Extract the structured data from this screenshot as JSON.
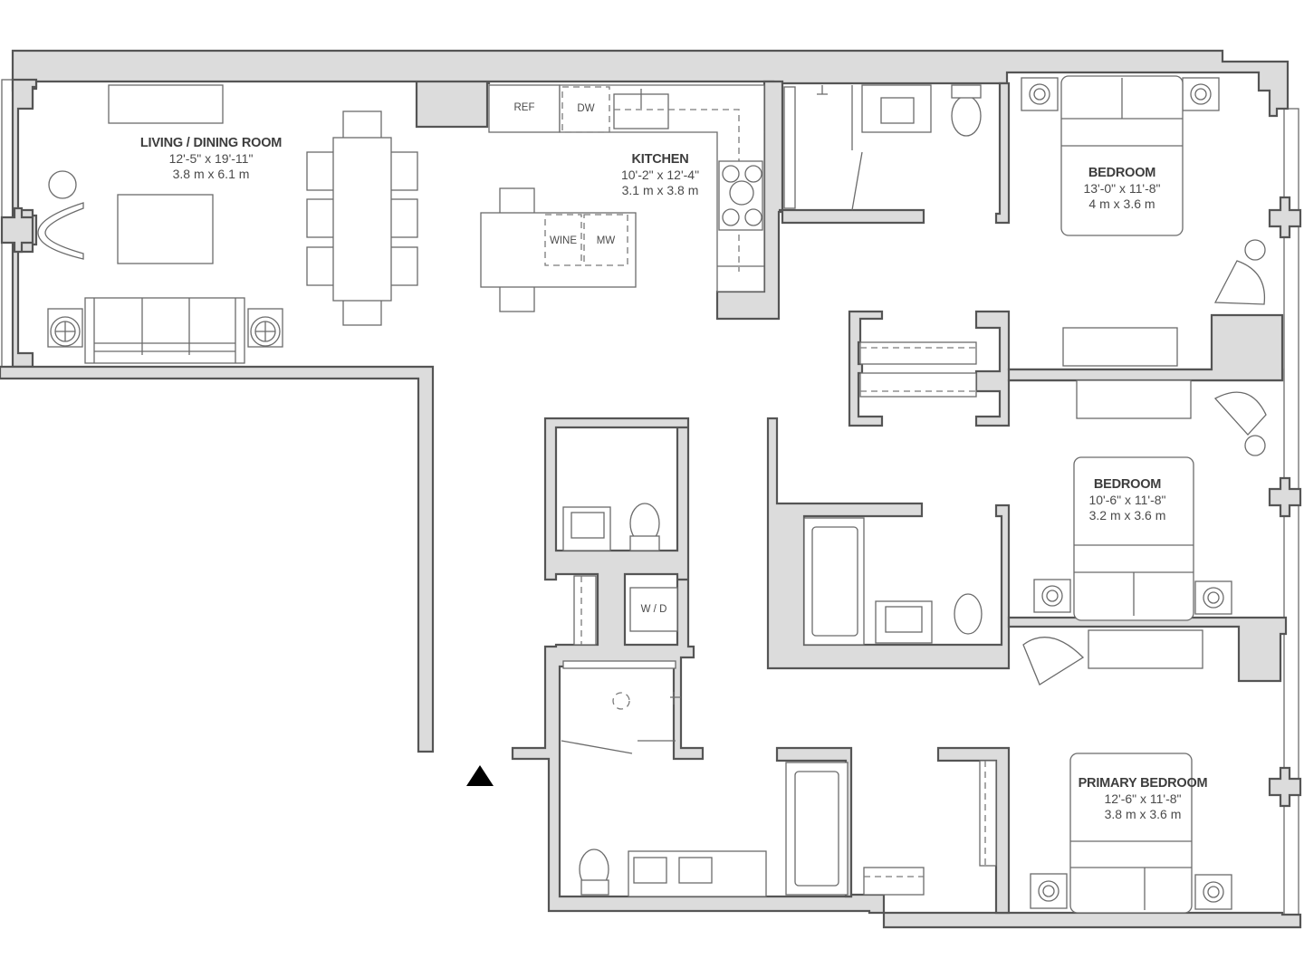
{
  "floor_plan": {
    "rooms": [
      {
        "id": "living",
        "name": "LIVING / DINING ROOM",
        "dim_imperial": "12'-5\" x 19'-11\"",
        "dim_metric": "3.8 m x 6.1 m"
      },
      {
        "id": "kitchen",
        "name": "KITCHEN",
        "dim_imperial": "10'-2\" x 12'-4\"",
        "dim_metric": "3.1 m x 3.8 m"
      },
      {
        "id": "bedroom1",
        "name": "BEDROOM",
        "dim_imperial": "13'-0\" x 11'-8\"",
        "dim_metric": "4 m x 3.6 m"
      },
      {
        "id": "bedroom2",
        "name": "BEDROOM",
        "dim_imperial": "10'-6\" x 11'-8\"",
        "dim_metric": "3.2 m x 3.6 m"
      },
      {
        "id": "primary",
        "name": "PRIMARY BEDROOM",
        "dim_imperial": "12'-6\" x 11'-8\"",
        "dim_metric": "3.8 m x 3.6 m"
      }
    ],
    "appliance_tags": {
      "refrigerator": "REF",
      "dishwasher": "DW",
      "wine": "WINE",
      "microwave": "MW",
      "washer_dryer": "W / D"
    },
    "entry_marker": "entry-arrow",
    "colors": {
      "wall_fill": "#dcdcdc",
      "wall_stroke": "#555555",
      "fixture_stroke": "#6b6b6b",
      "text": "#3d3d3d",
      "entry_marker": "#000000"
    }
  }
}
